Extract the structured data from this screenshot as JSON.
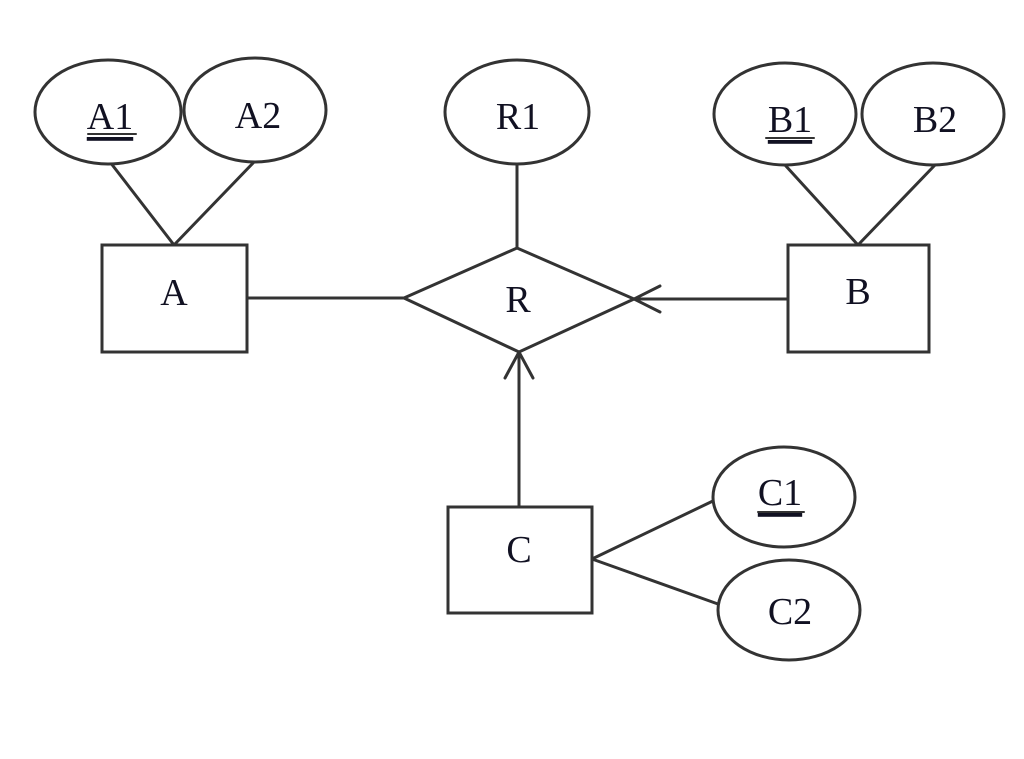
{
  "entities": {
    "a": {
      "label": "A"
    },
    "b": {
      "label": "B"
    },
    "c": {
      "label": "C"
    }
  },
  "relationship": {
    "label": "R"
  },
  "attributes": {
    "a1": {
      "label": "A1",
      "key": true
    },
    "a2": {
      "label": "A2",
      "key": false
    },
    "r1": {
      "label": "R1",
      "key": false
    },
    "b1": {
      "label": "B1",
      "key": true
    },
    "b2": {
      "label": "B2",
      "key": false
    },
    "c1": {
      "label": "C1",
      "key": true
    },
    "c2": {
      "label": "C2",
      "key": false
    }
  },
  "connections": [
    {
      "from": "A",
      "to": "R",
      "arrow": false
    },
    {
      "from": "B",
      "to": "R",
      "arrow": true
    },
    {
      "from": "C",
      "to": "R",
      "arrow": true
    }
  ],
  "colors": {
    "stroke": "#333333",
    "background": "#ffffff",
    "text": "#111122"
  }
}
